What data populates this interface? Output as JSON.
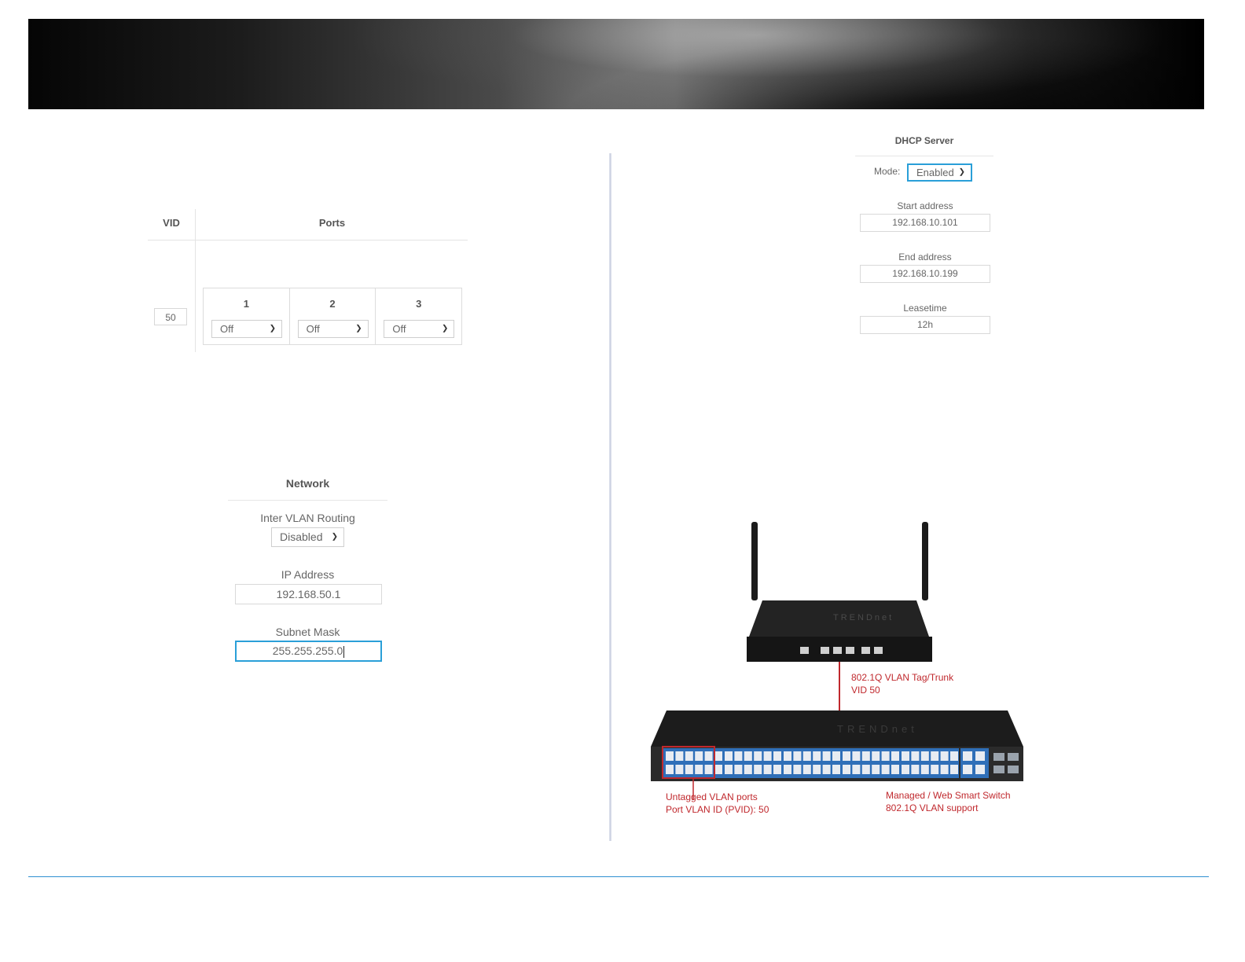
{
  "vlan_table": {
    "headers": {
      "vid": "VID",
      "ports": "Ports"
    },
    "vid_value": "50",
    "ports": [
      {
        "number": "1",
        "value": "Off"
      },
      {
        "number": "2",
        "value": "Off"
      },
      {
        "number": "3",
        "value": "Off"
      }
    ]
  },
  "network": {
    "title": "Network",
    "inter_vlan_label": "Inter VLAN Routing",
    "inter_vlan_value": "Disabled",
    "ip_label": "IP Address",
    "ip_value": "192.168.50.1",
    "mask_label": "Subnet Mask",
    "mask_value": "255.255.255.0"
  },
  "dhcp": {
    "title": "DHCP Server",
    "mode_label": "Mode:",
    "mode_value": "Enabled",
    "start_label": "Start address",
    "start_value": "192.168.10.101",
    "end_label": "End address",
    "end_value": "192.168.10.199",
    "lease_label": "Leasetime",
    "lease_value": "12h"
  },
  "diagram": {
    "router_brand": "TRENDnet",
    "switch_brand": "TRENDnet",
    "trunk_label": "802.1Q VLAN Tag/Trunk",
    "trunk_vid": "VID 50",
    "untagged_label": "Untagged VLAN ports",
    "pvid_label": "Port VLAN ID (PVID): 50",
    "switch_label": "Managed / Web Smart Switch",
    "switch_support": "802.1Q VLAN support"
  },
  "colors": {
    "accent_blue": "#2e8fd1",
    "focus_blue": "#2a9fd8",
    "annotation_red": "#c0282d",
    "switch_blue": "#2f6fb8"
  }
}
